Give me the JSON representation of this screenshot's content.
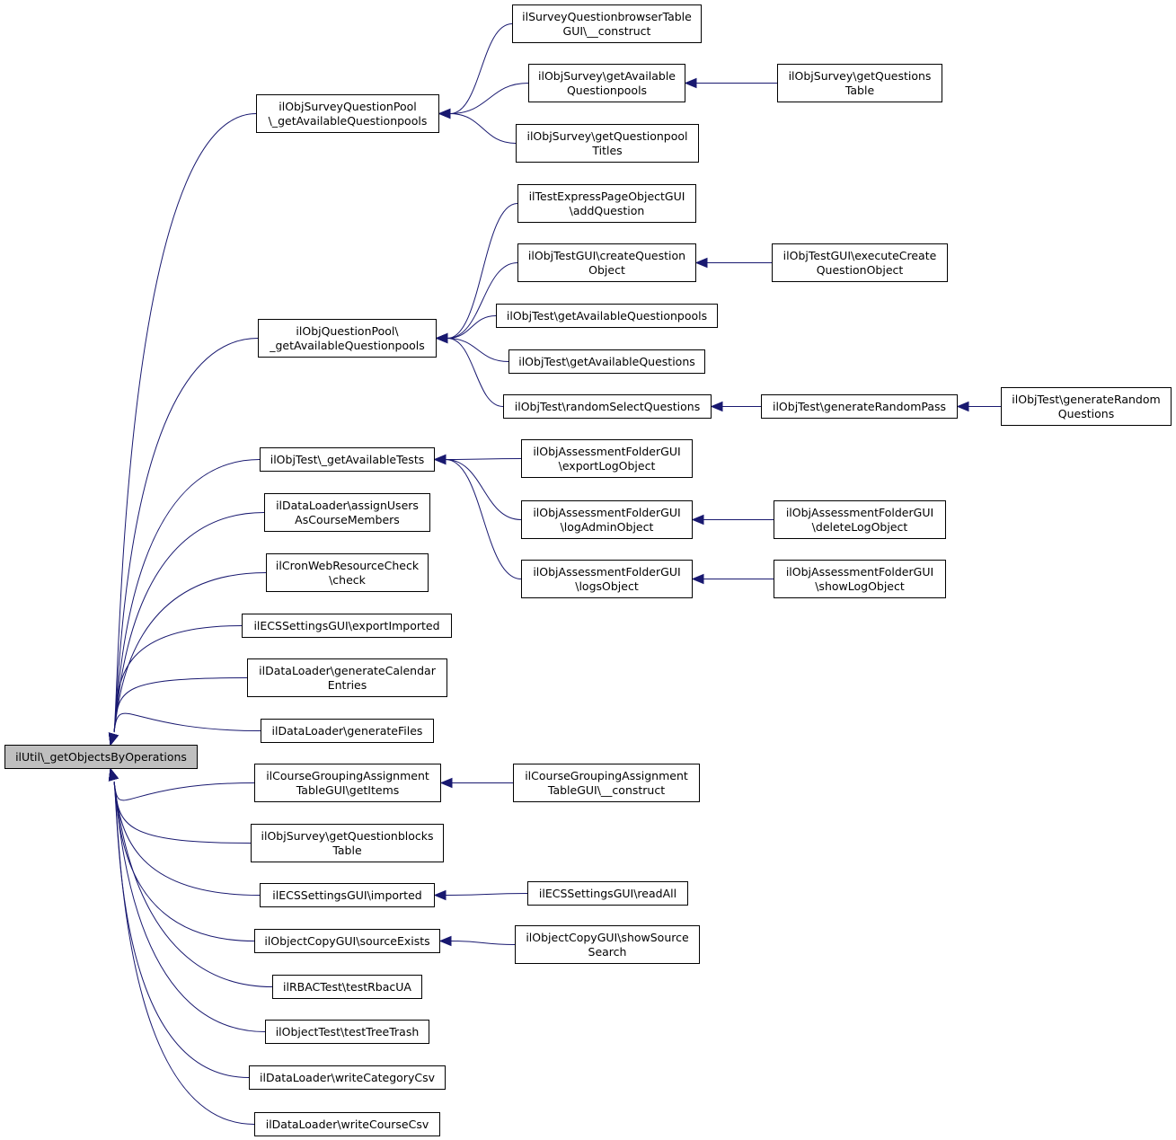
{
  "colors": {
    "edge": "#191970",
    "node_border": "#000000",
    "node_fill": "#ffffff",
    "root_fill": "#bfbfbf"
  },
  "nodes": {
    "root": [
      "ilUtil\\_getObjectsByOperations"
    ],
    "qpool_survey": [
      "ilObjSurveyQuestionPool",
      "\\_getAvailableQuestionpools"
    ],
    "qbrowser": [
      "ilSurveyQuestionbrowserTable",
      "GUI\\__construct"
    ],
    "survey_avail_qp": [
      "ilObjSurvey\\getAvailable",
      "Questionpools"
    ],
    "survey_questions_table": [
      "ilObjSurvey\\getQuestions",
      "Table"
    ],
    "survey_qp_titles": [
      "ilObjSurvey\\getQuestionpool",
      "Titles"
    ],
    "qpool": [
      "ilObjQuestionPool\\",
      "_getAvailableQuestionpools"
    ],
    "express_add": [
      "ilTestExpressPageObjectGUI",
      "\\addQuestion"
    ],
    "create_question": [
      "ilObjTestGUI\\createQuestion",
      "Object"
    ],
    "execute_create": [
      "ilObjTestGUI\\executeCreate",
      "QuestionObject"
    ],
    "test_avail_qp": [
      "ilObjTest\\getAvailableQuestionpools"
    ],
    "test_avail_q": [
      "ilObjTest\\getAvailableQuestions"
    ],
    "random_select": [
      "ilObjTest\\randomSelectQuestions"
    ],
    "gen_random_pass": [
      "ilObjTest\\generateRandomPass"
    ],
    "gen_random_q": [
      "ilObjTest\\generateRandom",
      "Questions"
    ],
    "avail_tests": [
      "ilObjTest\\_getAvailableTests"
    ],
    "export_log": [
      "ilObjAssessmentFolderGUI",
      "\\exportLogObject"
    ],
    "log_admin": [
      "ilObjAssessmentFolderGUI",
      "\\logAdminObject"
    ],
    "delete_log": [
      "ilObjAssessmentFolderGUI",
      "\\deleteLogObject"
    ],
    "logs_obj": [
      "ilObjAssessmentFolderGUI",
      "\\logsObject"
    ],
    "show_log": [
      "ilObjAssessmentFolderGUI",
      "\\showLogObject"
    ],
    "assign_users": [
      "ilDataLoader\\assignUsers",
      "AsCourseMembers"
    ],
    "cron_check": [
      "ilCronWebResourceCheck",
      "\\check"
    ],
    "ecs_export": [
      "ilECSSettingsGUI\\exportImported"
    ],
    "gen_calendar": [
      "ilDataLoader\\generateCalendar",
      "Entries"
    ],
    "gen_files": [
      "ilDataLoader\\generateFiles"
    ],
    "cg_items": [
      "ilCourseGroupingAssignment",
      "TableGUI\\getItems"
    ],
    "cg_construct": [
      "ilCourseGroupingAssignment",
      "TableGUI\\__construct"
    ],
    "qblocks": [
      "ilObjSurvey\\getQuestionblocks",
      "Table"
    ],
    "ecs_imported": [
      "ilECSSettingsGUI\\imported"
    ],
    "ecs_readall": [
      "ilECSSettingsGUI\\readAll"
    ],
    "copy_source": [
      "ilObjectCopyGUI\\sourceExists"
    ],
    "copy_search": [
      "ilObjectCopyGUI\\showSource",
      "Search"
    ],
    "rbac_test": [
      "ilRBACTest\\testRbacUA"
    ],
    "tree_trash": [
      "ilObjectTest\\testTreeTrash"
    ],
    "cat_csv": [
      "ilDataLoader\\writeCategoryCsv"
    ],
    "course_csv": [
      "ilDataLoader\\writeCourseCsv"
    ]
  },
  "edges": [
    [
      "qpool_survey",
      "root"
    ],
    [
      "qpool",
      "root"
    ],
    [
      "avail_tests",
      "root"
    ],
    [
      "assign_users",
      "root"
    ],
    [
      "cron_check",
      "root"
    ],
    [
      "ecs_export",
      "root"
    ],
    [
      "gen_calendar",
      "root"
    ],
    [
      "gen_files",
      "root"
    ],
    [
      "cg_items",
      "root"
    ],
    [
      "qblocks",
      "root"
    ],
    [
      "ecs_imported",
      "root"
    ],
    [
      "copy_source",
      "root"
    ],
    [
      "rbac_test",
      "root"
    ],
    [
      "tree_trash",
      "root"
    ],
    [
      "cat_csv",
      "root"
    ],
    [
      "course_csv",
      "root"
    ],
    [
      "qbrowser",
      "qpool_survey"
    ],
    [
      "survey_avail_qp",
      "qpool_survey"
    ],
    [
      "survey_qp_titles",
      "qpool_survey"
    ],
    [
      "survey_questions_table",
      "survey_avail_qp"
    ],
    [
      "express_add",
      "qpool"
    ],
    [
      "create_question",
      "qpool"
    ],
    [
      "test_avail_qp",
      "qpool"
    ],
    [
      "test_avail_q",
      "qpool"
    ],
    [
      "random_select",
      "qpool"
    ],
    [
      "execute_create",
      "create_question"
    ],
    [
      "gen_random_pass",
      "random_select"
    ],
    [
      "gen_random_q",
      "gen_random_pass"
    ],
    [
      "export_log",
      "avail_tests"
    ],
    [
      "log_admin",
      "avail_tests"
    ],
    [
      "logs_obj",
      "avail_tests"
    ],
    [
      "delete_log",
      "log_admin"
    ],
    [
      "show_log",
      "logs_obj"
    ],
    [
      "cg_construct",
      "cg_items"
    ],
    [
      "ecs_readall",
      "ecs_imported"
    ],
    [
      "copy_search",
      "copy_source"
    ]
  ]
}
